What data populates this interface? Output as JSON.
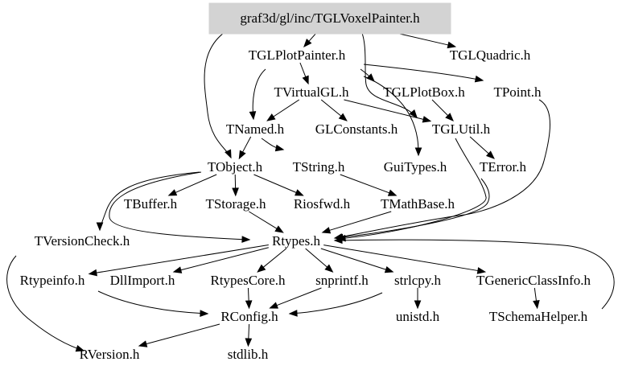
{
  "graph": {
    "root": "graf3d/gl/inc/TGLVoxelPainter.h",
    "nodes": [
      {
        "id": "root",
        "label": "graf3d/gl/inc/TGLVoxelPainter.h"
      },
      {
        "id": "tglplotpainter",
        "label": "TGLPlotPainter.h"
      },
      {
        "id": "tglquadric",
        "label": "TGLQuadric.h"
      },
      {
        "id": "tvirtualgl",
        "label": "TVirtualGL.h"
      },
      {
        "id": "tglplotbox",
        "label": "TGLPlotBox.h"
      },
      {
        "id": "tpoint",
        "label": "TPoint.h"
      },
      {
        "id": "tnamed",
        "label": "TNamed.h"
      },
      {
        "id": "glconstants",
        "label": "GLConstants.h"
      },
      {
        "id": "tglutil",
        "label": "TGLUtil.h"
      },
      {
        "id": "tobject",
        "label": "TObject.h"
      },
      {
        "id": "tstring",
        "label": "TString.h"
      },
      {
        "id": "guitypes",
        "label": "GuiTypes.h"
      },
      {
        "id": "terror",
        "label": "TError.h"
      },
      {
        "id": "tbuffer",
        "label": "TBuffer.h"
      },
      {
        "id": "tstorage",
        "label": "TStorage.h"
      },
      {
        "id": "riosfwd",
        "label": "Riosfwd.h"
      },
      {
        "id": "tmathbase",
        "label": "TMathBase.h"
      },
      {
        "id": "tversioncheck",
        "label": "TVersionCheck.h"
      },
      {
        "id": "rtypes",
        "label": "Rtypes.h"
      },
      {
        "id": "rtypeinfo",
        "label": "Rtypeinfo.h"
      },
      {
        "id": "dllimport",
        "label": "DllImport.h"
      },
      {
        "id": "rtypescore",
        "label": "RtypesCore.h"
      },
      {
        "id": "snprintf",
        "label": "snprintf.h"
      },
      {
        "id": "strlcpy",
        "label": "strlcpy.h"
      },
      {
        "id": "tgenericclassinfo",
        "label": "TGenericClassInfo.h"
      },
      {
        "id": "rconfig",
        "label": "RConfig.h"
      },
      {
        "id": "unistd",
        "label": "unistd.h"
      },
      {
        "id": "tschemahelper",
        "label": "TSchemaHelper.h"
      },
      {
        "id": "rversion",
        "label": "RVersion.h"
      },
      {
        "id": "stdlib",
        "label": "stdlib.h"
      }
    ],
    "edges": [
      [
        "root",
        "tglplotpainter"
      ],
      [
        "root",
        "tglquadric"
      ],
      [
        "root",
        "tobject"
      ],
      [
        "root",
        "tglutil"
      ],
      [
        "tglplotpainter",
        "tvirtualgl"
      ],
      [
        "tglplotpainter",
        "tglplotbox"
      ],
      [
        "tglplotpainter",
        "tpoint"
      ],
      [
        "tglplotpainter",
        "tnamed"
      ],
      [
        "tglplotpainter",
        "guitypes"
      ],
      [
        "tvirtualgl",
        "tnamed"
      ],
      [
        "tvirtualgl",
        "glconstants"
      ],
      [
        "tvirtualgl",
        "tglutil"
      ],
      [
        "tglplotbox",
        "tglutil"
      ],
      [
        "tnamed",
        "tobject"
      ],
      [
        "tnamed",
        "tstring"
      ],
      [
        "tglutil",
        "terror"
      ],
      [
        "tglutil",
        "rtypes"
      ],
      [
        "tpoint",
        "rtypes"
      ],
      [
        "tobject",
        "tbuffer"
      ],
      [
        "tobject",
        "tstorage"
      ],
      [
        "tobject",
        "riosfwd"
      ],
      [
        "tobject",
        "tversioncheck"
      ],
      [
        "tobject",
        "rtypes"
      ],
      [
        "tstring",
        "tmathbase"
      ],
      [
        "tstorage",
        "rtypes"
      ],
      [
        "tmathbase",
        "rtypes"
      ],
      [
        "terror",
        "rtypes"
      ],
      [
        "tversioncheck",
        "rversion"
      ],
      [
        "rtypes",
        "rtypeinfo"
      ],
      [
        "rtypes",
        "dllimport"
      ],
      [
        "rtypes",
        "rtypescore"
      ],
      [
        "rtypes",
        "snprintf"
      ],
      [
        "rtypes",
        "strlcpy"
      ],
      [
        "rtypes",
        "tgenericclassinfo"
      ],
      [
        "rtypeinfo",
        "rconfig"
      ],
      [
        "rtypescore",
        "rconfig"
      ],
      [
        "snprintf",
        "rconfig"
      ],
      [
        "strlcpy",
        "rconfig"
      ],
      [
        "strlcpy",
        "unistd"
      ],
      [
        "tgenericclassinfo",
        "tschemahelper"
      ],
      [
        "tschemahelper",
        "rtypes"
      ],
      [
        "rconfig",
        "rversion"
      ],
      [
        "rconfig",
        "stdlib"
      ]
    ],
    "colors": {
      "root_fill": "#d3d3d3",
      "text": "#000000",
      "edge": "#000000",
      "background": "#ffffff"
    }
  }
}
